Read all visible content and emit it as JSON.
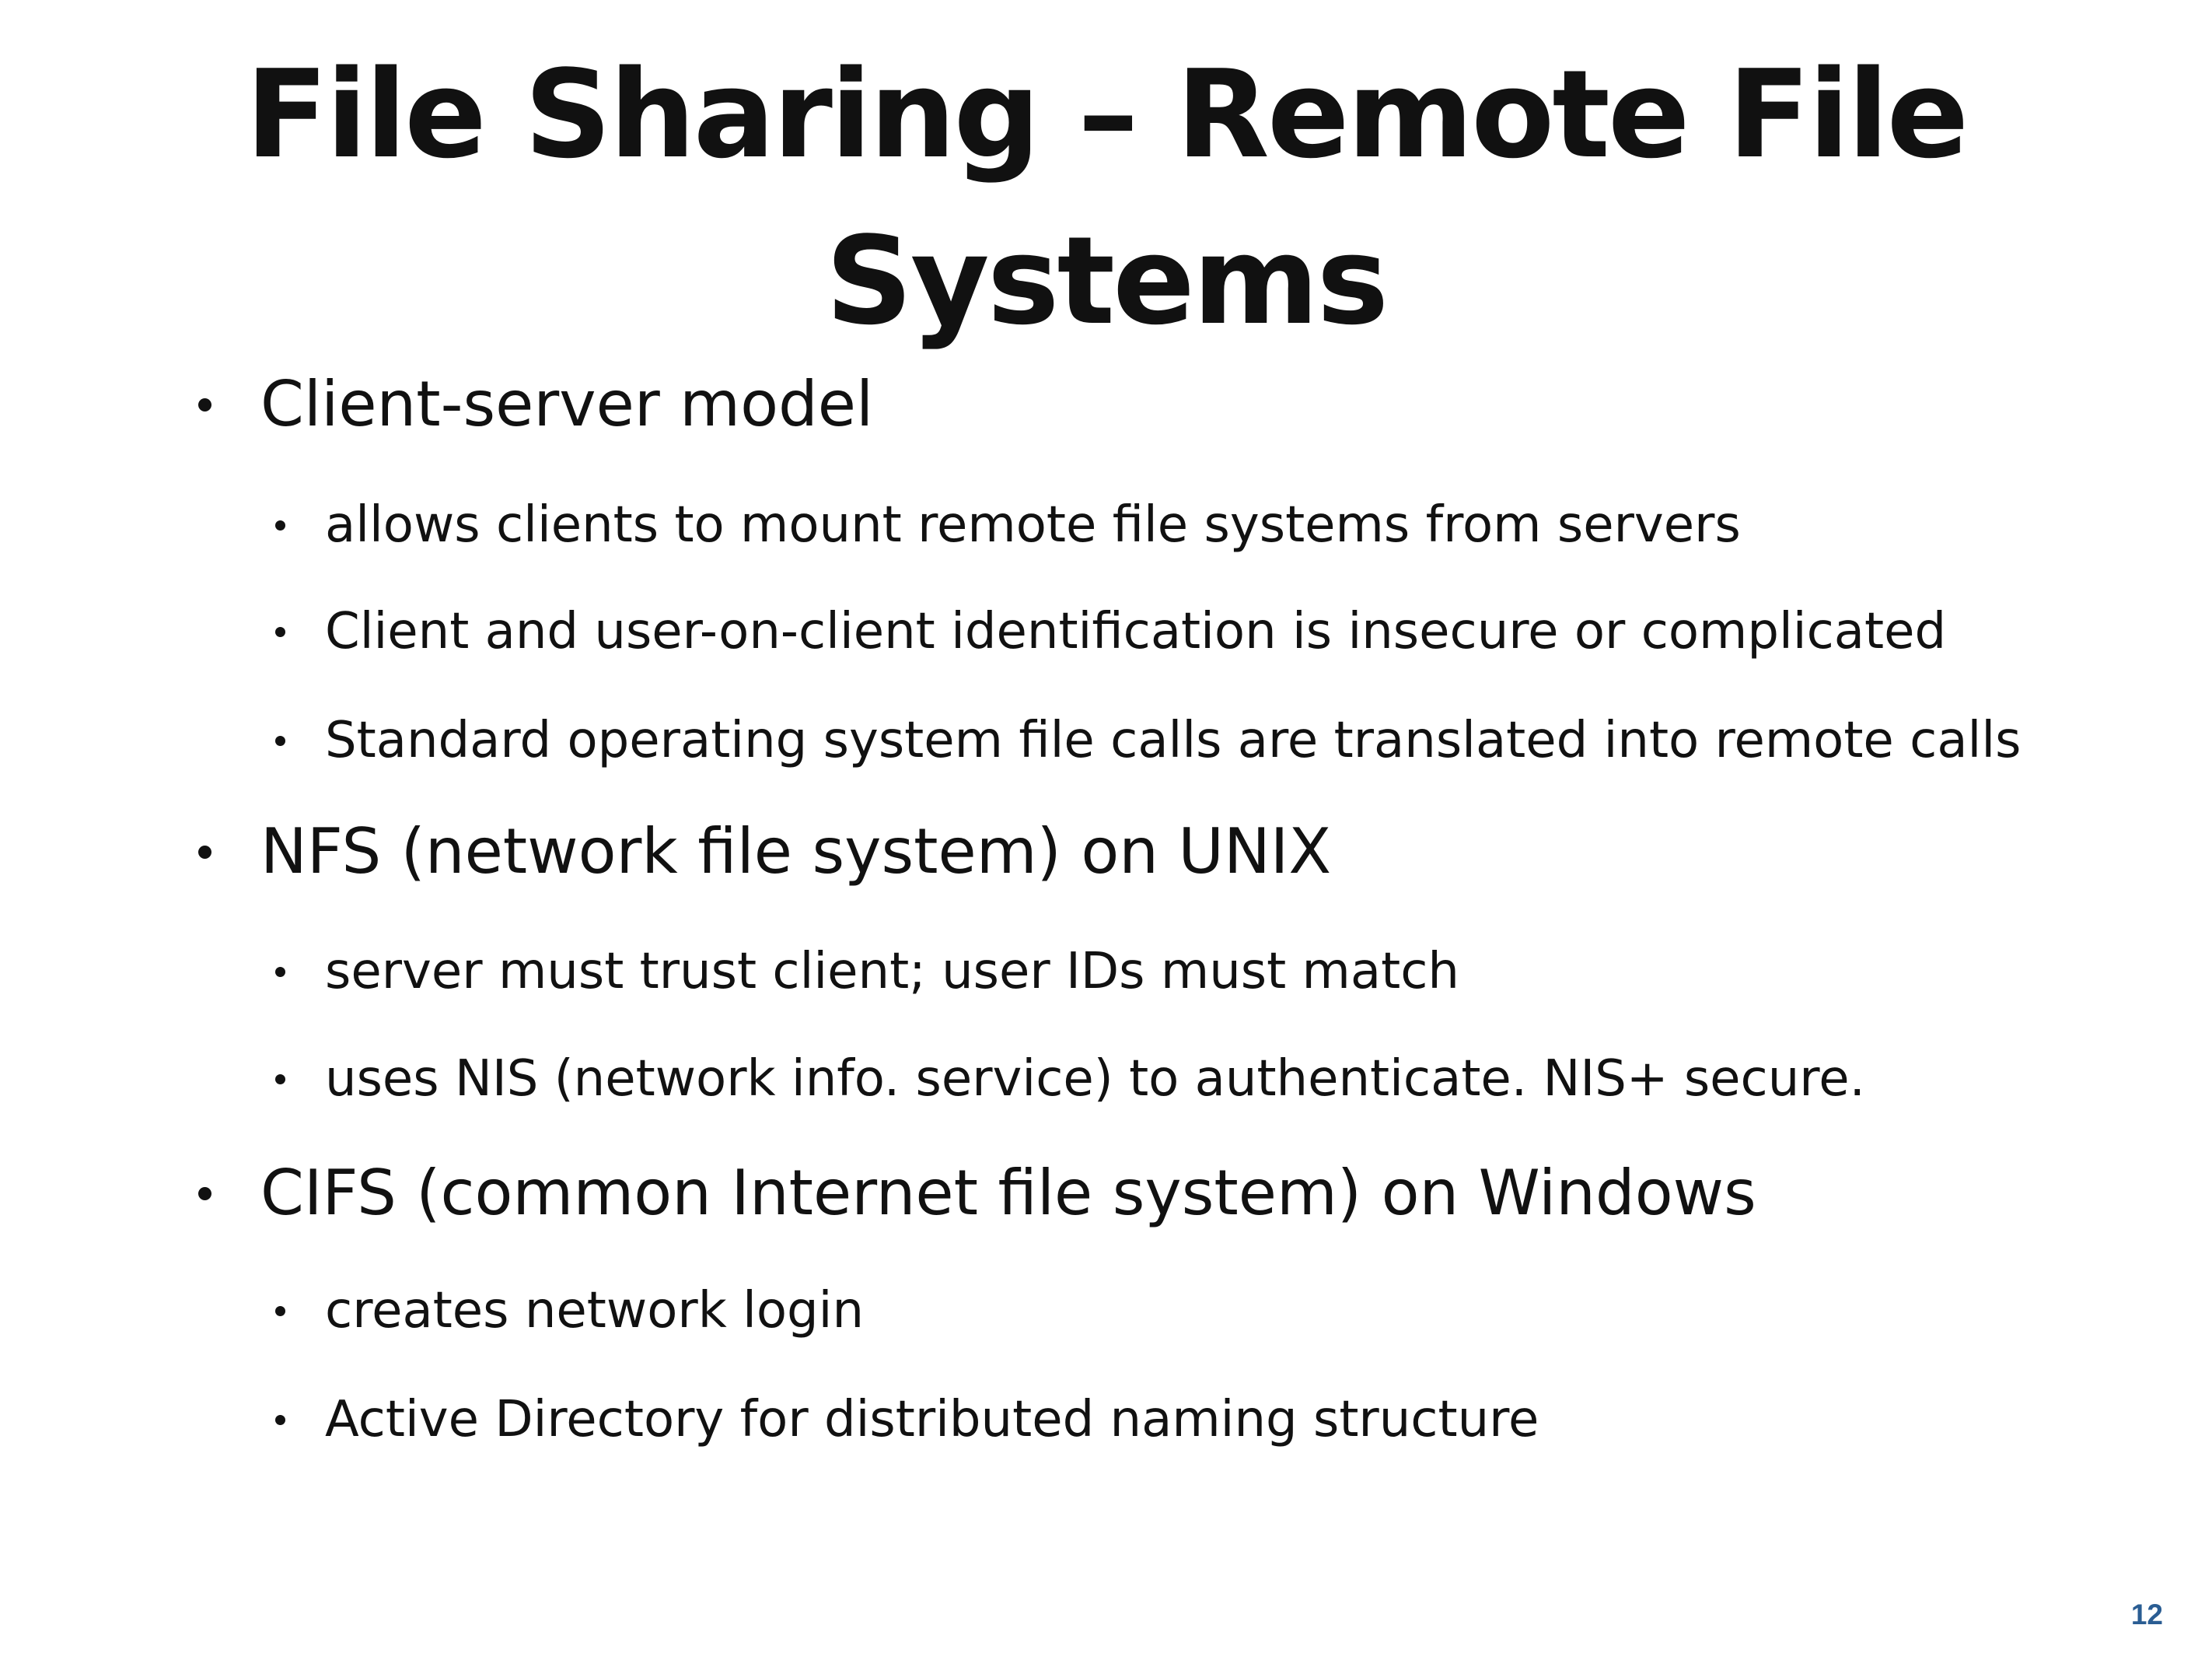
{
  "slide": {
    "title_line_1": "File Sharing – Remote File",
    "title_line_2": "Systems",
    "bullets": [
      {
        "text": "Client-server model",
        "sub": [
          "allows clients to mount remote file systems from servers",
          "Client and user-on-client identification is insecure or complicated",
          "Standard operating system file calls are translated into remote calls"
        ]
      },
      {
        "text": "NFS (network file system) on UNIX",
        "sub": [
          "server must trust client; user IDs must match",
          "uses NIS (network info. service) to authenticate. NIS+ secure."
        ]
      },
      {
        "text": "CIFS (common Internet file system) on Windows",
        "sub": [
          "creates network login",
          "Active Directory for distributed naming structure"
        ]
      }
    ],
    "page_number": "12",
    "colors": {
      "text": "#111111",
      "page_number": "#2a5d93",
      "background": "#ffffff"
    }
  }
}
